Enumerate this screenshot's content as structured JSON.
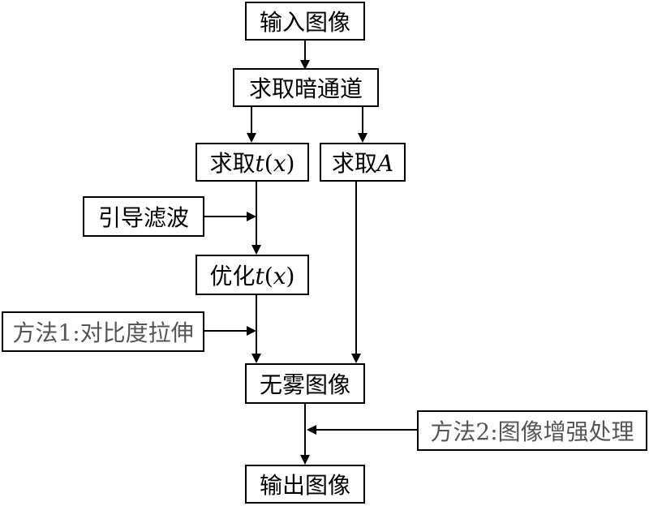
{
  "nodes": {
    "input": "输入图像",
    "dark_channel": "求取暗通道",
    "get_t_prefix": "求取",
    "get_t_var": "t",
    "get_t_open": "(",
    "get_t_arg": "x",
    "get_t_close": ")",
    "get_a_prefix": "求取",
    "get_a_var": "A",
    "guided_filter": "引导滤波",
    "optimize_t_prefix": "优化",
    "optimize_t_var": "t",
    "optimize_t_open": "(",
    "optimize_t_arg": "x",
    "optimize_t_close": ")",
    "method1": "方法1:对比度拉伸",
    "dehazed": "无雾图像",
    "method2": "方法2:图像增强处理",
    "output": "输出图像"
  }
}
